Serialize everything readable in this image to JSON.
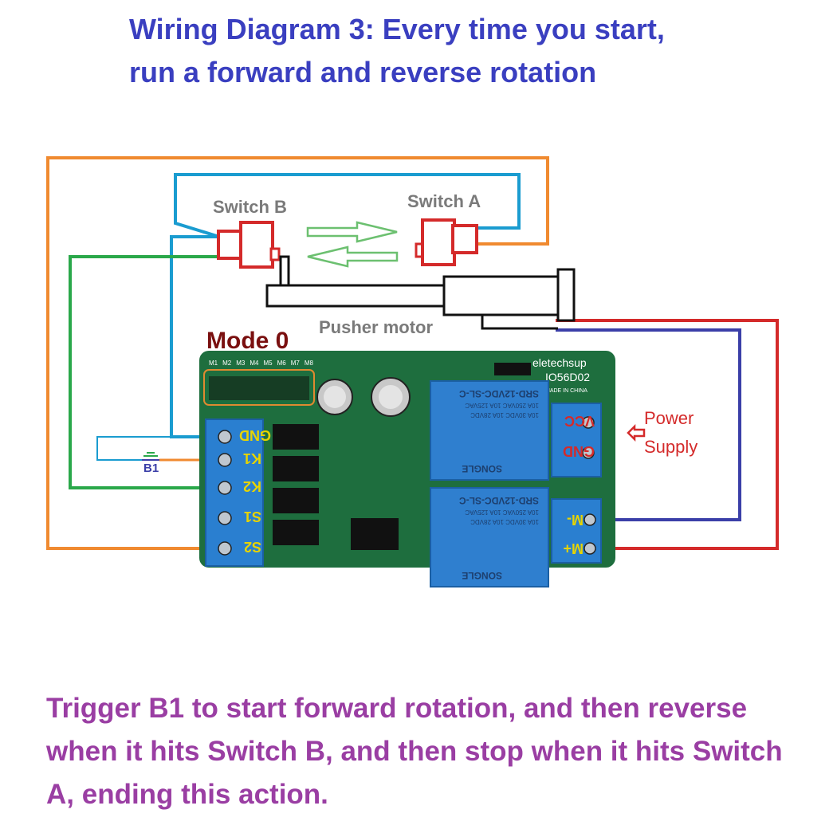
{
  "title": {
    "line1": "Wiring Diagram 3: Every time you start,",
    "line2": "run a forward and reverse rotation"
  },
  "labels": {
    "switch_b": "Switch B",
    "switch_a": "Switch A",
    "pusher_motor": "Pusher motor",
    "mode": "Mode 0",
    "b1": "B1",
    "power_supply_line1": "Power",
    "power_supply_line2": "Supply"
  },
  "board": {
    "brand": "eletechsup",
    "model": "IO56D02",
    "made_in": "MADE IN CHINA",
    "pin_header": [
      "M1",
      "M2",
      "M3",
      "M4",
      "M5",
      "M6",
      "M7",
      "M8"
    ],
    "relay_model": "SRD-12VDC-SL-C",
    "relay_brand": "SONGLE",
    "relay_ratings": [
      "10A 250VAC  10A 125VAC",
      "10A 30VDC  10A 28VDC"
    ],
    "left_terminals": [
      "GND",
      "K1",
      "K2",
      "S1",
      "S2"
    ],
    "power_terminals": [
      "VCC",
      "GND"
    ],
    "motor_terminals": [
      "M-",
      "M+"
    ]
  },
  "caption": {
    "line1": "Trigger B1 to start forward rotation, and then reverse",
    "line2": "when it hits Switch B, and then stop when it hits Switch",
    "line3": "A, ending this action."
  },
  "colors": {
    "title": "#3a3fc0",
    "caption": "#9a3ea3",
    "wire_orange": "#f08a30",
    "wire_blue": "#1a9cd0",
    "wire_green": "#2aa84a",
    "wire_red": "#d42a2a",
    "wire_navy": "#3b3fa8",
    "arrow_green": "#6cc070",
    "mode_label": "#7a1010",
    "board": "#1e6e3e",
    "terminal": "#2a7fd0",
    "relay": "#2f7fcf"
  }
}
